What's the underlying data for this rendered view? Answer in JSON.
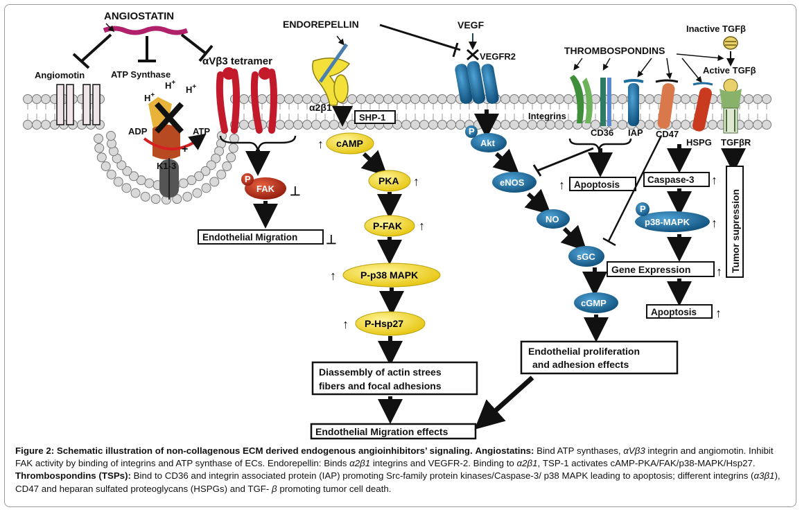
{
  "labels": {
    "angiostatin": "ANGIOSTATIN",
    "angiomotin": "Angiomotin",
    "atp_synthase": "ATP Synthase",
    "h_plus": "H",
    "plus_sup": "+",
    "adp": "ADP",
    "atp": "ATP",
    "k13": "K1-3",
    "avb3": "αVβ3 tetramer",
    "p": "P",
    "fak": "FAK",
    "endothelial_migration": "Endothelial Migration",
    "endorepellin": "ENDOREPELLIN",
    "a2b1": "α2β1",
    "shp1": "SHP-1",
    "camp": "cAMP",
    "pka": "PKA",
    "pfak": "P-FAK",
    "pp38": "P-p38 MAPK",
    "phsp27": "P-Hsp27",
    "diassembly_1": "Diassembly of actin strees",
    "diassembly_2": "fibers and focal adhesions",
    "migration_effects": "Endothelial Migration effects",
    "vegf": "VEGF",
    "vegfr2": "VEGFR2",
    "akt": "Akt",
    "enos": "eNOS",
    "no": "NO",
    "sgc": "sGC",
    "cgmp": "cGMP",
    "prolif_1": "Endothelial proliferation",
    "prolif_2": "and adhesion effects",
    "thrombospondins": "THROMBOSPONDINS",
    "integrins": "Integrins",
    "cd36": "CD36",
    "iap": "IAP",
    "cd47": "CD47",
    "hspg": "HSPG",
    "apoptosis": "Apoptosis",
    "caspase3": "Caspase-3",
    "p38mapk": "p38-MAPK",
    "gene_expression": "Gene Expression",
    "inactive_tgfb": "Inactive TGFβ",
    "active_tgfb": "Active TGFβ",
    "tgfbr": "TGFβR",
    "tumor_supression": "Tumor supression",
    "up_arrow": "↑",
    "inhibit": "⊥"
  },
  "caption": {
    "title": "Figure 2: Schematic illustration of non-collagenous ECM derived endogenous angioinhibitors’ signaling.",
    "angiostatins_label": "Angiostatins:",
    "t1": " Bind ATP synthases, ",
    "avb3": "αVβ3",
    "t2": " integrin and angiomotin. Inhibit FAK activity by binding of integrins and ATP synthase of ECs. Endorepellin: Binds ",
    "a2b1_a": "α2β1",
    "t3": " integrins and VEGFR-2. Binding to ",
    "a2b1_b": "α2β1",
    "t4": ", TSP-1 activates cAMP-PKA/FAK/p38-MAPK/Hsp27. ",
    "tsp_label": "Thrombospondins (TSPs):",
    "t5": " Bind to CD36 and integrin associated protein (IAP) promoting Src-family protein kinases/Caspase-3/ p38 MAPK leading to apoptosis; different integrins (",
    "a3b1": "α3β1",
    "t6": "), CD47 and heparan sulfated proteoglycans (HSPGs) and TGF- ",
    "beta": "β",
    "t7": " promoting tumor cell death."
  },
  "colors": {
    "yellow_node": "#f5e12a",
    "blue_node": "#1f6e9e",
    "red_node": "#c0321e",
    "membrane_head": "#d9d9d9",
    "angiostatin": "#b0206b",
    "frame": "#9a9a9a"
  }
}
